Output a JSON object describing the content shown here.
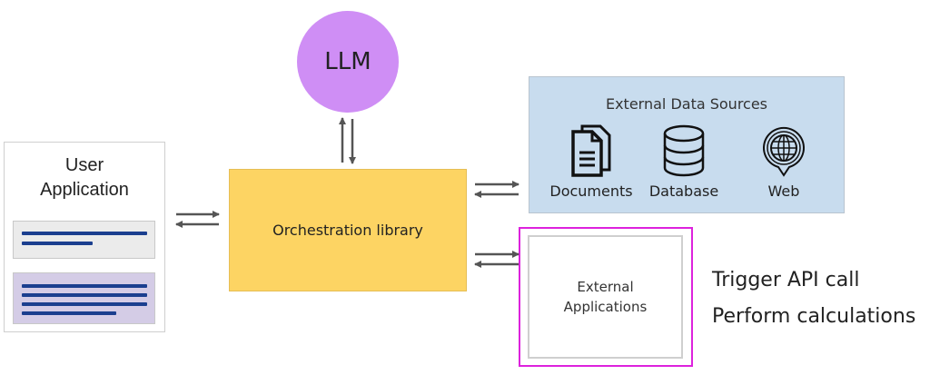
{
  "user_application": {
    "title_line1": "User",
    "title_line2": "Application"
  },
  "llm": {
    "label": "LLM"
  },
  "orchestration": {
    "label": "Orchestration library"
  },
  "external_data_sources": {
    "title": "External Data Sources",
    "sources": [
      {
        "label": "Documents",
        "icon": "documents-icon"
      },
      {
        "label": "Database",
        "icon": "database-icon"
      },
      {
        "label": "Web",
        "icon": "web-globe-pin-icon"
      }
    ]
  },
  "external_applications": {
    "label_line1": "External",
    "label_line2": "Applications"
  },
  "notes": [
    "Trigger API call",
    "Perform calculations"
  ],
  "colors": {
    "llm": "#cf8ef5",
    "orchestration": "#fdd463",
    "external_data": "#c8dcee",
    "highlight": "#dd22dd",
    "arrows": "#555555",
    "text_lines": "#1b3f8f"
  }
}
